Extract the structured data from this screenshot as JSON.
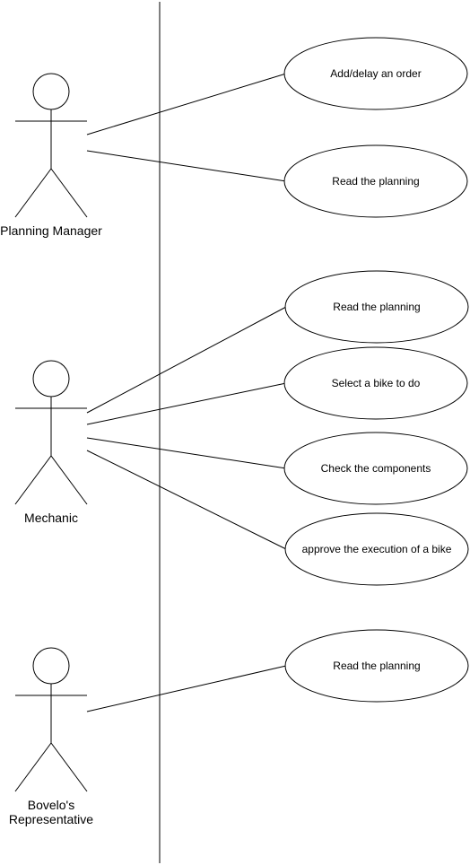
{
  "diagram": {
    "type": "use-case",
    "actors": [
      {
        "id": "planning-manager",
        "label_lines": [
          "Planning Manager"
        ]
      },
      {
        "id": "mechanic",
        "label_lines": [
          "Mechanic"
        ]
      },
      {
        "id": "bovelo-representative",
        "label_lines": [
          "Bovelo's",
          "Representative"
        ]
      }
    ],
    "use_cases": [
      {
        "id": "uc-add-delay-order",
        "label": "Add/delay an order"
      },
      {
        "id": "uc-read-planning-manager",
        "label": "Read the planning"
      },
      {
        "id": "uc-read-planning-mechanic",
        "label": "Read the planning"
      },
      {
        "id": "uc-select-bike",
        "label": "Select a bike to do"
      },
      {
        "id": "uc-check-components",
        "label": "Check the components"
      },
      {
        "id": "uc-approve-execution",
        "label": "approve the execution of a bike"
      },
      {
        "id": "uc-read-planning-representative",
        "label": "Read the planning"
      }
    ],
    "associations": [
      {
        "from": "planning-manager",
        "to": "uc-add-delay-order"
      },
      {
        "from": "planning-manager",
        "to": "uc-read-planning-manager"
      },
      {
        "from": "mechanic",
        "to": "uc-read-planning-mechanic"
      },
      {
        "from": "mechanic",
        "to": "uc-select-bike"
      },
      {
        "from": "mechanic",
        "to": "uc-check-components"
      },
      {
        "from": "mechanic",
        "to": "uc-approve-execution"
      },
      {
        "from": "bovelo-representative",
        "to": "uc-read-planning-representative"
      }
    ]
  }
}
